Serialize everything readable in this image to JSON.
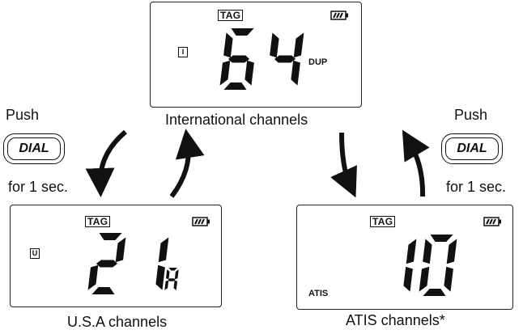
{
  "displays": {
    "international": {
      "tag": "TAG",
      "mode_indicator": "I",
      "channel_digits": [
        "6",
        "4"
      ],
      "suffix": "DUP",
      "battery_icon": "battery-icon",
      "caption": "International channels"
    },
    "usa": {
      "tag": "TAG",
      "mode_indicator": "U",
      "channel_digits": [
        "2",
        "1"
      ],
      "suffix": "A",
      "battery_icon": "battery-icon",
      "caption": "U.S.A channels"
    },
    "atis": {
      "tag": "TAG",
      "channel_digits": [
        "1",
        "0"
      ],
      "suffix": "ATIS",
      "battery_icon": "battery-icon",
      "caption": "ATIS channels*"
    }
  },
  "left_instruction": {
    "top": "Push",
    "button": "DIAL",
    "bottom": "for 1 sec."
  },
  "right_instruction": {
    "top": "Push",
    "button": "DIAL",
    "bottom": "for 1 sec."
  }
}
